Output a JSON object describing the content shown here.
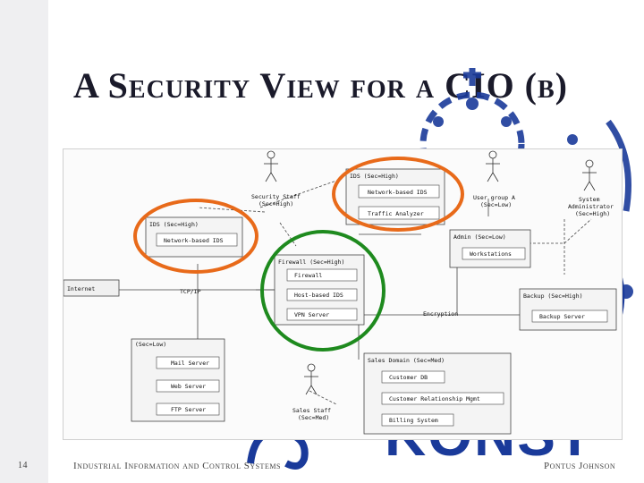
{
  "slide": {
    "title": "A Security View for a CIO (b)",
    "page_number": "14",
    "footer_left": "Industrial Information and Control Systems",
    "footer_right": "Pontus Johnson",
    "logo_text": "KONST"
  },
  "diagram": {
    "nodes": {
      "ids_top": {
        "title": "IDS (Sec=High)",
        "components": [
          "Network-based IDS",
          "Traffic Analyzer"
        ]
      },
      "ids_left": {
        "title": "IDS (Sec=High)",
        "components": [
          "Network-based IDS"
        ]
      },
      "firewall": {
        "title": "Firewall (Sec=High)",
        "components": [
          "Firewall",
          "Host-based IDS",
          "VPN Server"
        ]
      },
      "admin": {
        "title": "Admin (Sec=Low)",
        "components": [
          "Workstations"
        ]
      },
      "backup": {
        "title": "Backup (Sec=High)",
        "components": [
          "Backup Server"
        ]
      },
      "dmz": {
        "title": "(Sec=Low)",
        "components": [
          "Mail Server",
          "Web Server",
          "FTP Server"
        ]
      },
      "sales": {
        "title": "Sales Domain (Sec=Med)",
        "components": [
          "Customer DB",
          "Customer Relationship Mgmt",
          "Billing System"
        ]
      },
      "internet": {
        "title": "Internet"
      }
    },
    "actors": {
      "security_staff": [
        "Security Staff",
        "(Sec=High)"
      ],
      "user_group": [
        "User group A",
        "(Sec=Low)"
      ],
      "sysadmin": [
        "System",
        "Administrator",
        "(Sec=High)"
      ],
      "sales_staff": [
        "Sales Staff",
        "(Sec=Med)"
      ]
    },
    "edge_labels": {
      "tcp": "TCP/IP",
      "encryption": "Encryption"
    },
    "highlight_colors": {
      "orange": "#e86a1a",
      "green": "#1e8a1e"
    }
  }
}
